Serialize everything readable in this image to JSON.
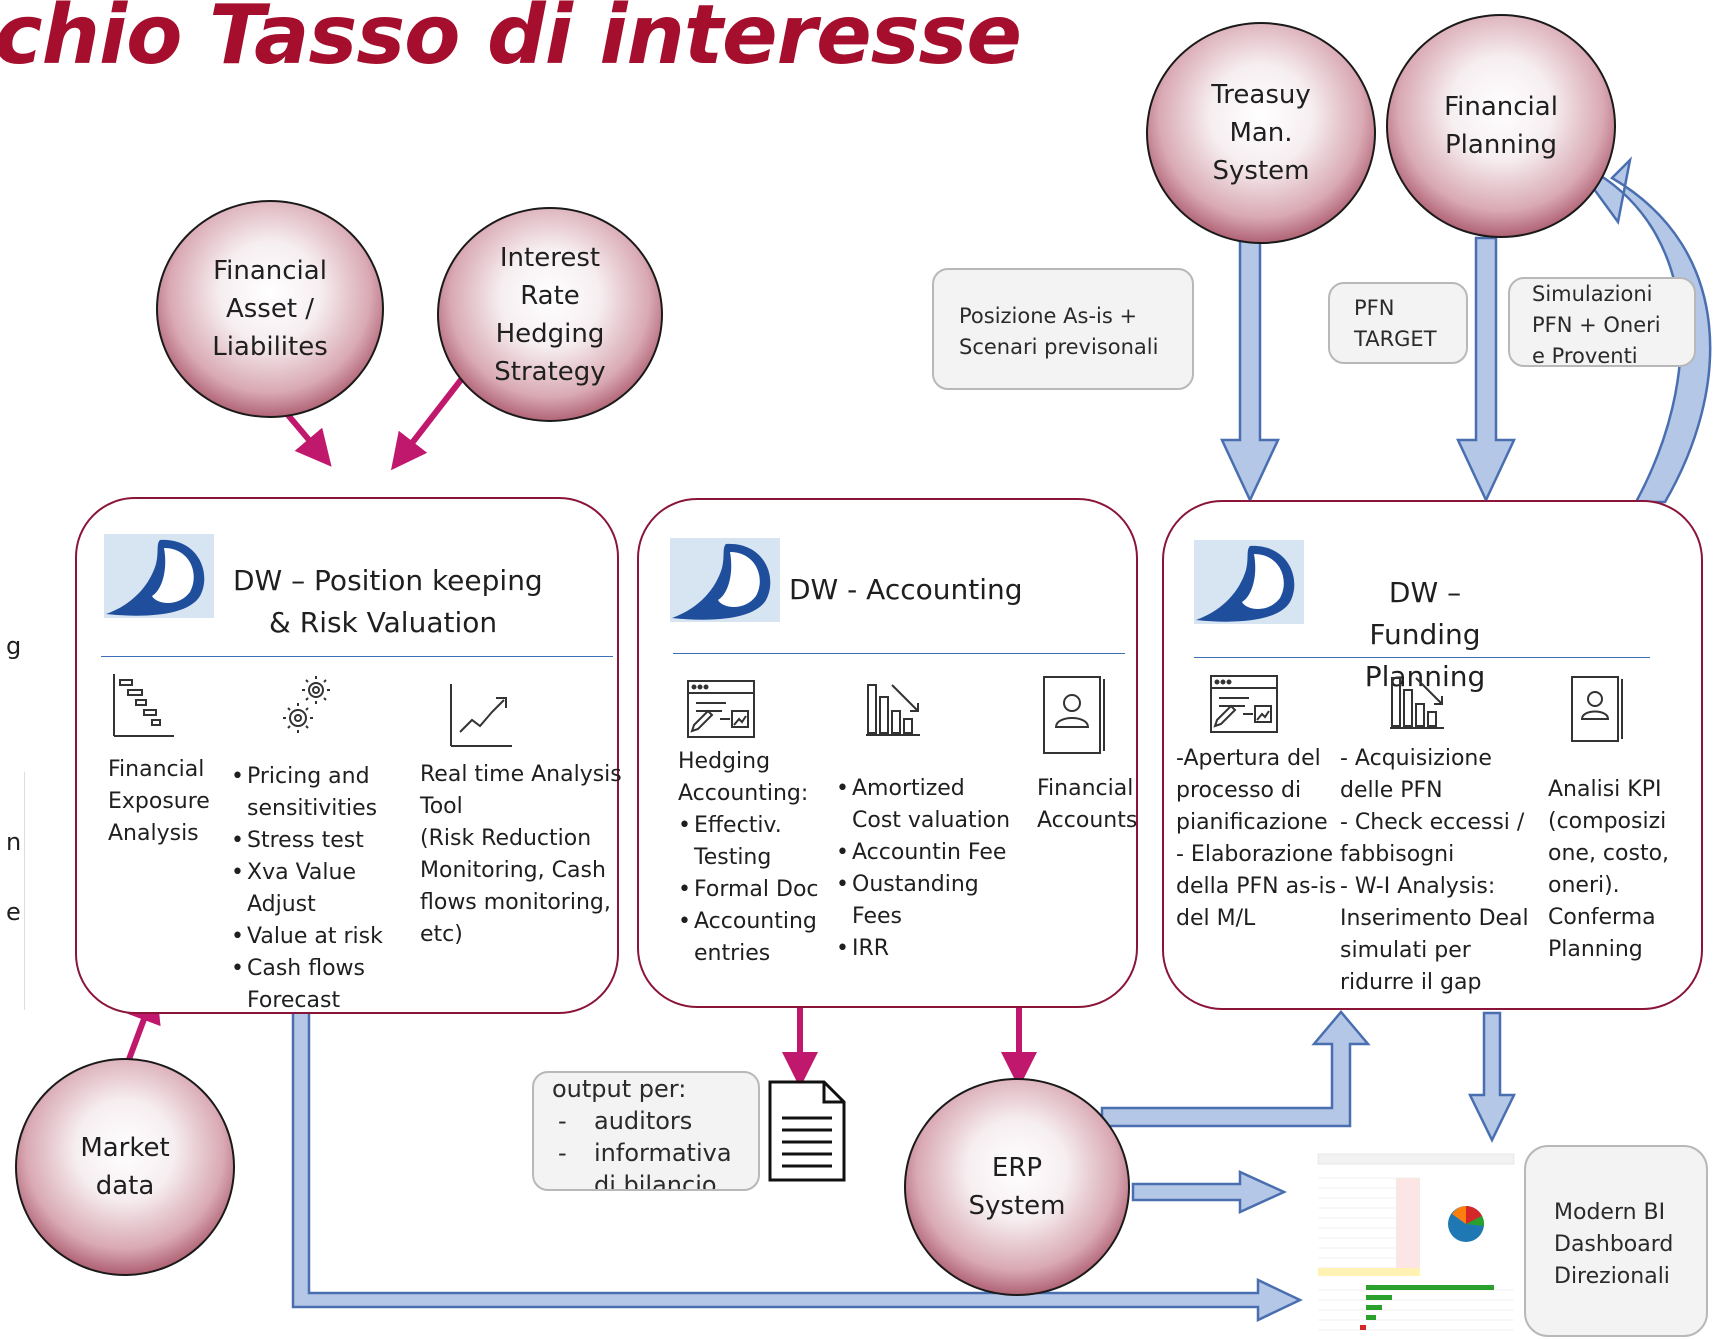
{
  "title": "chio Tasso di interesse",
  "circles": {
    "financial_asset": [
      "Financial",
      "Asset /",
      "Liabilites"
    ],
    "interest_rate": [
      "Interest",
      "Rate",
      "Hedging",
      "Strategy"
    ],
    "treasury": [
      "Treasuy",
      "Man.",
      "System"
    ],
    "financial_planning": [
      "Financial",
      "Planning"
    ],
    "market_data": [
      "Market",
      "data"
    ],
    "erp": [
      "ERP",
      "System"
    ]
  },
  "notes": {
    "posizione": [
      "Posizione As-is +",
      "Scenari previsonali"
    ],
    "pfn_target": [
      "PFN",
      "TARGET"
    ],
    "simulazioni": [
      "Simulazioni",
      "PFN + Oneri",
      "e Proventi"
    ],
    "output_header": "output per:",
    "output_items": [
      "auditors",
      "informativa",
      "di bilancio"
    ],
    "modern_bi": [
      "Modern BI",
      "Dashboard",
      "Direzionali"
    ]
  },
  "box1": {
    "title_line1": "DW – Position keeping",
    "title_line2": "& Risk Valuation",
    "col1": [
      "Financial",
      "Exposure",
      "Analysis"
    ],
    "col2": [
      "Pricing and sensitivities",
      "Stress test",
      "Xva Value Adjust",
      "Value at risk",
      "Cash flows Forecast"
    ],
    "col3": [
      "Real time Analysis",
      "Tool",
      "(Risk Reduction",
      "Monitoring, Cash",
      "flows monitoring,",
      "etc)"
    ]
  },
  "box2": {
    "title": "DW - Accounting",
    "col1_head": [
      "Hedging",
      "Accounting:"
    ],
    "col1_items": [
      "Effectiv. Testing",
      "Formal Doc",
      "Accounting entries"
    ],
    "col2_items": [
      "Amortized Cost valuation",
      "Accountin Fee",
      "Oustanding Fees",
      "IRR"
    ],
    "col3": [
      "Financial",
      "Accounts"
    ]
  },
  "box3": {
    "title_line1": "DW –",
    "title_line2": "Funding Planning",
    "col1": [
      "-Apertura del",
      "processo di",
      "pianificazione",
      "- Elaborazione",
      "della PFN as-is",
      "del M/L"
    ],
    "col2": [
      "- Acquisizione",
      "delle PFN",
      "- Check eccessi /",
      "fabbisogni",
      "- W-I Analysis:",
      "Inserimento Deal",
      "simulati per",
      "ridurre il gap"
    ],
    "col3": [
      "Analisi KPI",
      "(composizi",
      "one, costo,",
      "oneri).",
      "Conferma",
      "Planning"
    ]
  },
  "left_edge_letters": [
    "g",
    "n",
    "e"
  ],
  "colors": {
    "brand": "#a50f2d",
    "box_border": "#8a1538",
    "magenta_arrow": "#c0186c",
    "blue_arrow_fill": "#b4c7e7",
    "blue_arrow_stroke": "#4a6fb0"
  }
}
